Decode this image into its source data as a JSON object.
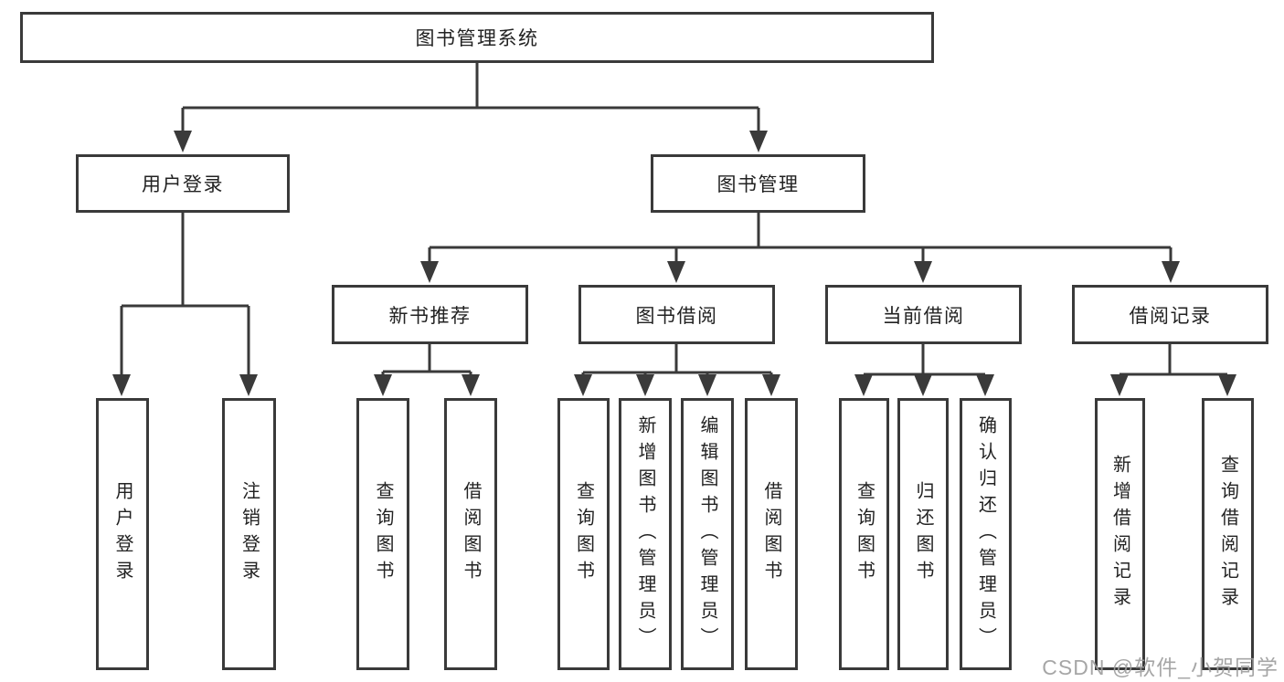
{
  "tree": {
    "root": {
      "label": "图书管理系统"
    },
    "branches": [
      {
        "label": "用户登录",
        "children": [
          {
            "label": "用户登录"
          },
          {
            "label": "注销登录"
          }
        ]
      },
      {
        "label": "图书管理",
        "sections": [
          {
            "label": "新书推荐",
            "children": [
              {
                "label": "查询图书"
              },
              {
                "label": "借阅图书"
              }
            ]
          },
          {
            "label": "图书借阅",
            "children": [
              {
                "label": "查询图书"
              },
              {
                "label": "新增图书（管理员）"
              },
              {
                "label": "编辑图书（管理员）"
              },
              {
                "label": "借阅图书"
              }
            ]
          },
          {
            "label": "当前借阅",
            "children": [
              {
                "label": "查询图书"
              },
              {
                "label": "归还图书"
              },
              {
                "label": "确认归还（管理员）"
              }
            ]
          },
          {
            "label": "借阅记录",
            "children": [
              {
                "label": "新增借阅记录"
              },
              {
                "label": "查询借阅记录"
              }
            ]
          }
        ]
      }
    ]
  },
  "watermark": {
    "text": "CSDN @软件_小贺同学"
  },
  "colors": {
    "background": "#ffffff",
    "line": "#3a3a3a",
    "box_border": "#3a3a3a",
    "text": "#222222",
    "watermark": "#9e9e9e"
  }
}
